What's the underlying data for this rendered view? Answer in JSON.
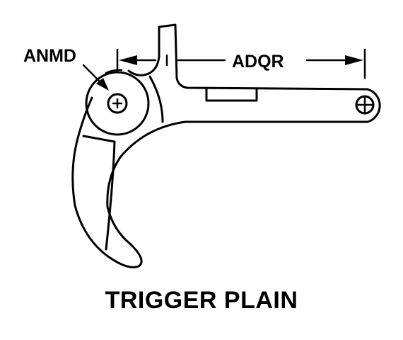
{
  "labels": {
    "pivot_callout": "ANMD",
    "length_callout": "ADQR"
  },
  "caption": "TRIGGER PLAIN",
  "colors": {
    "line": "#000000",
    "background": "#ffffff"
  }
}
